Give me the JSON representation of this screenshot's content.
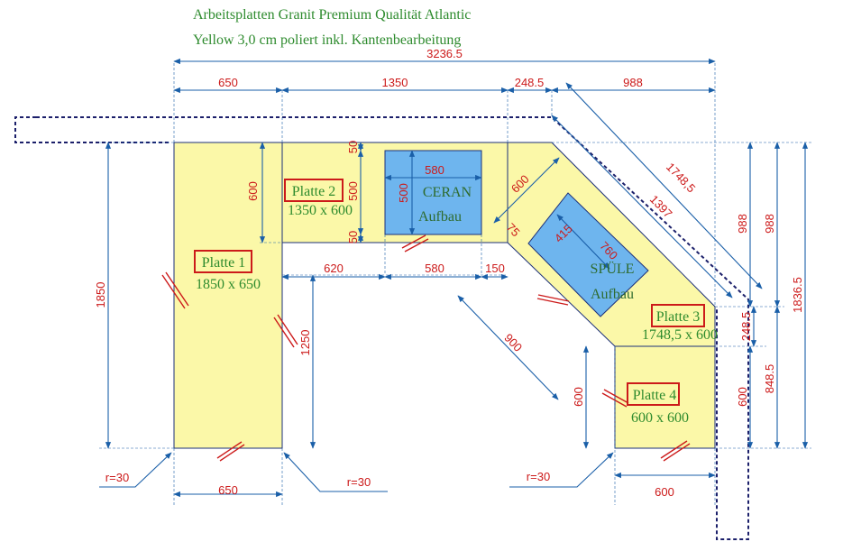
{
  "title": {
    "line1": "Arbeitsplatten Granit Premium Qualität Atlantic",
    "line2": "Yellow 3,0 cm poliert inkl. Kantenbearbeitung"
  },
  "plates": [
    {
      "name": "Platte 1",
      "size": "1850 x 650"
    },
    {
      "name": "Platte 2",
      "size": "1350 x 600"
    },
    {
      "name": "Platte 3",
      "size": "1748,5 x 600"
    },
    {
      "name": "Platte 4",
      "size": "600 x 600"
    }
  ],
  "cutouts": {
    "ceran": {
      "line1": "CERAN",
      "line2": "Aufbau"
    },
    "spule": {
      "line1": "SPÜLE",
      "line2": "Aufbau"
    }
  },
  "dimensions": {
    "total_width": "3236.5",
    "top_650": "650",
    "top_1350": "1350",
    "top_2485": "248.5",
    "top_988": "988",
    "left_1850": "1850",
    "p2_600": "600",
    "p2_50a": "50",
    "p2_500": "500",
    "p2_50b": "50",
    "ceran_580": "580",
    "ceran_500": "500",
    "mid_620": "620",
    "mid_580": "580",
    "mid_150": "150",
    "p1_1250": "1250",
    "diag_600": "600",
    "diag_1748": "1748,5",
    "diag_1397": "1397",
    "diag_75": "75",
    "sink_415": "415",
    "sink_760": "760",
    "diag_900": "900",
    "right_988a": "988",
    "right_988b": "988",
    "right_18365": "1836.5",
    "right_2485": "248.5",
    "right_8485": "848.5",
    "right_600": "600",
    "p4_600": "600",
    "bottom_650": "650",
    "bottom_600": "600",
    "radius_1": "r=30",
    "radius_2": "r=30",
    "radius_3": "r=30"
  }
}
